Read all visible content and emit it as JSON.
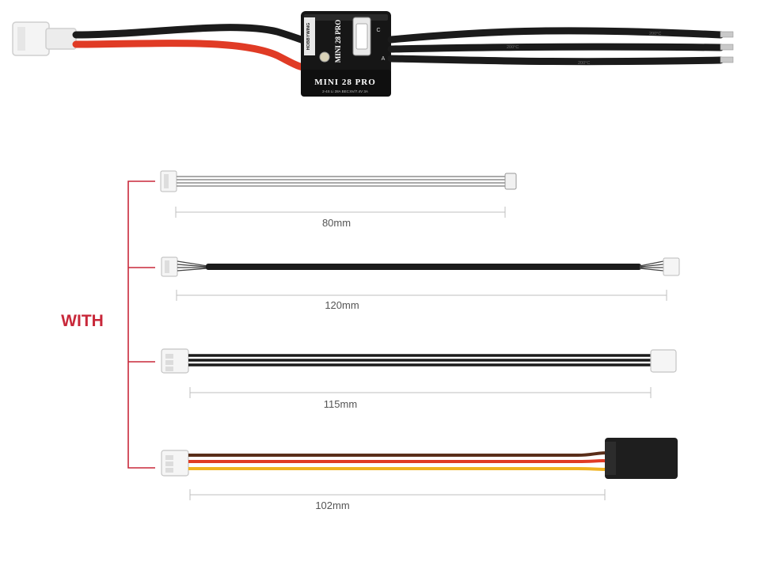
{
  "esc": {
    "title": "MINI 28 PRO",
    "spec_line": "2-4S Li  28A  BEC:6V/7.4V 3A",
    "side_label": "MINI 28 PRO",
    "brand": "HOBBYWING",
    "wire_print": "200°C"
  },
  "with_label": "WITH",
  "cables": [
    {
      "length_label": "80mm"
    },
    {
      "length_label": "120mm"
    },
    {
      "length_label": "115mm"
    },
    {
      "length_label": "102mm"
    }
  ],
  "colors": {
    "accent": "#c8283a",
    "red_wire": "#e03b25",
    "black_wire": "#1b1b1b",
    "grey_wire": "#9a9a9a",
    "brown_wire": "#5a2e1a",
    "yellow_wire": "#f0b321",
    "dimension_line": "#bfbfbf",
    "label_text": "#555555"
  }
}
